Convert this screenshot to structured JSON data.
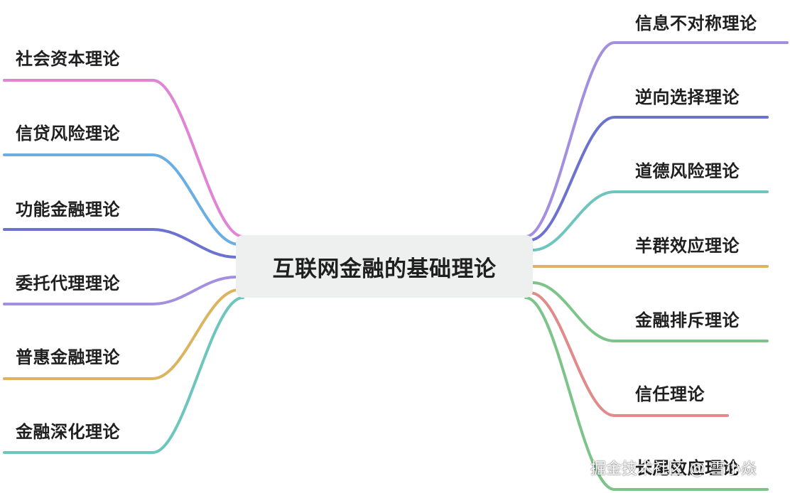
{
  "mindmap": {
    "center": "互联网金融的基础理论",
    "left_branches": [
      {
        "label": "社会资本理论",
        "color": "#e085d4"
      },
      {
        "label": "信贷风险理论",
        "color": "#6aaee3"
      },
      {
        "label": "功能金融理论",
        "color": "#6b72cf"
      },
      {
        "label": "委托代理理论",
        "color": "#a38ee0"
      },
      {
        "label": "普惠金融理论",
        "color": "#dbb45f"
      },
      {
        "label": "金融深化理论",
        "color": "#6ec5bd"
      }
    ],
    "right_branches": [
      {
        "label": "信息不对称理论",
        "color": "#a38ee0"
      },
      {
        "label": "逆向选择理论",
        "color": "#6b72cf"
      },
      {
        "label": "道德风险理论",
        "color": "#6ec5bd"
      },
      {
        "label": "羊群效应理论",
        "color": "#dbb45f"
      },
      {
        "label": "金融排斥理论",
        "color": "#7cc48a"
      },
      {
        "label": "信任理论",
        "color": "#e08a8a"
      },
      {
        "label": "长尾效应理论",
        "color": "#7cc48a"
      }
    ]
  },
  "watermark": "掘金技术社区 @ 雪小焱"
}
